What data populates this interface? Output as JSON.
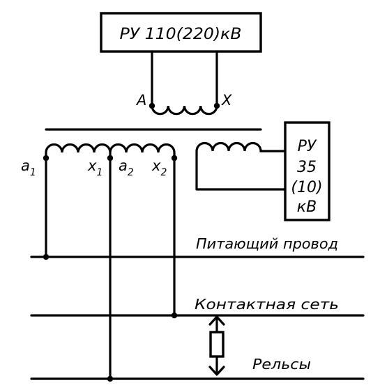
{
  "top_box": {
    "label": "РУ 110(220)кВ"
  },
  "primary_winding": {
    "terminal_start": "A",
    "terminal_end": "X"
  },
  "secondary_windings": {
    "a1": {
      "letter": "a",
      "sub": "1"
    },
    "x1": {
      "letter": "x",
      "sub": "1"
    },
    "a2": {
      "letter": "a",
      "sub": "2"
    },
    "x2": {
      "letter": "x",
      "sub": "2"
    }
  },
  "side_box": {
    "lines": [
      "РУ",
      "35",
      "(10)",
      "кВ"
    ]
  },
  "buses": {
    "feeder": "Питающий провод",
    "contact": "Контактная сеть",
    "rails": "Рельсы"
  }
}
